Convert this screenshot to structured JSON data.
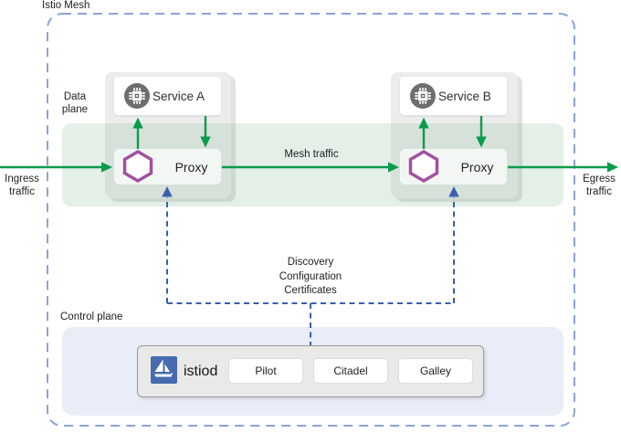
{
  "colors": {
    "green": "#0a9b4b",
    "purple": "#a0519f",
    "blue-dash": "#3b5fae",
    "border-dash": "#8ba3d9",
    "istio-blue": "#466bb0",
    "icon-gray": "#6e6e6e",
    "control-bg": "#e9edf8"
  },
  "mesh": {
    "title": "Istio Mesh"
  },
  "labels": {
    "data_plane": "Data plane",
    "control_plane": "Control plane",
    "ingress": "Ingress traffic",
    "egress": "Egress traffic",
    "mesh_traffic": "Mesh traffic",
    "control_channel": [
      "Discovery",
      "Configuration",
      "Certificates"
    ]
  },
  "pods": [
    {
      "service": "Service A",
      "proxy": "Proxy"
    },
    {
      "service": "Service B",
      "proxy": "Proxy"
    }
  ],
  "control_plane": {
    "istiod_label": "istiod",
    "components": [
      "Pilot",
      "Citadel",
      "Galley"
    ]
  },
  "icons": {
    "service": "microchip-icon",
    "proxy": "hexagon-icon",
    "istiod": "sailboat-icon"
  }
}
